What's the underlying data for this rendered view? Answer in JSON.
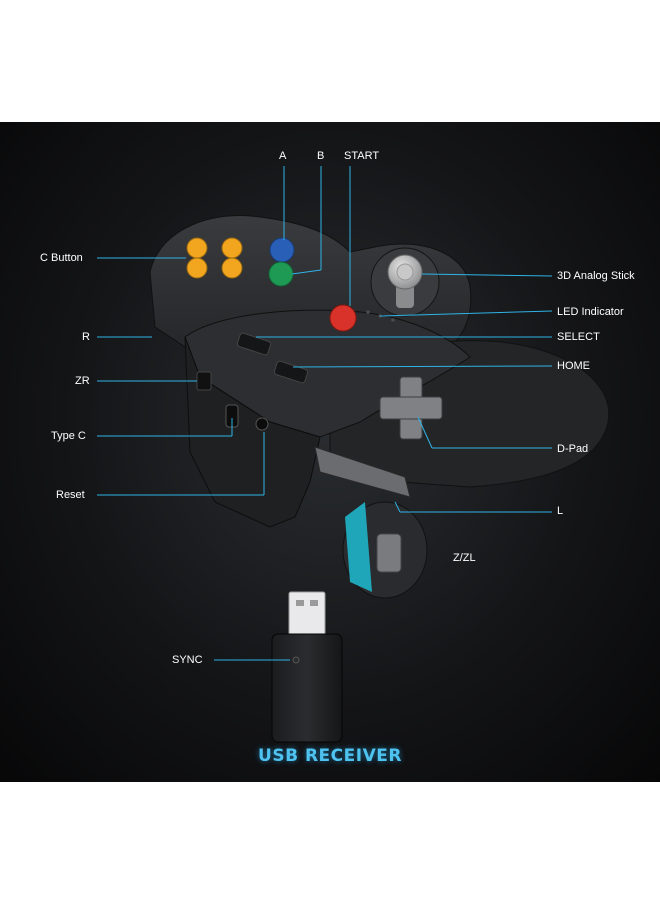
{
  "colors": {
    "accent": "#2fb3e6",
    "button_yellow": "#f2a51f",
    "button_blue": "#2a5fb8",
    "button_green": "#1f9a55",
    "button_red": "#d8322b",
    "body": "#2b2c2e"
  },
  "labels": {
    "a": "A",
    "b": "B",
    "start": "START",
    "c_button": "C Button",
    "analog_stick": "3D Analog Stick",
    "led_indicator": "LED Indicator",
    "r": "R",
    "select": "SELECT",
    "zr": "ZR",
    "home": "HOME",
    "type_c": "Type C",
    "d_pad": "D-Pad",
    "reset": "Reset",
    "l": "L",
    "z_zl": "Z/ZL",
    "sync": "SYNC"
  },
  "usb_receiver_title": "USB RECEIVER"
}
